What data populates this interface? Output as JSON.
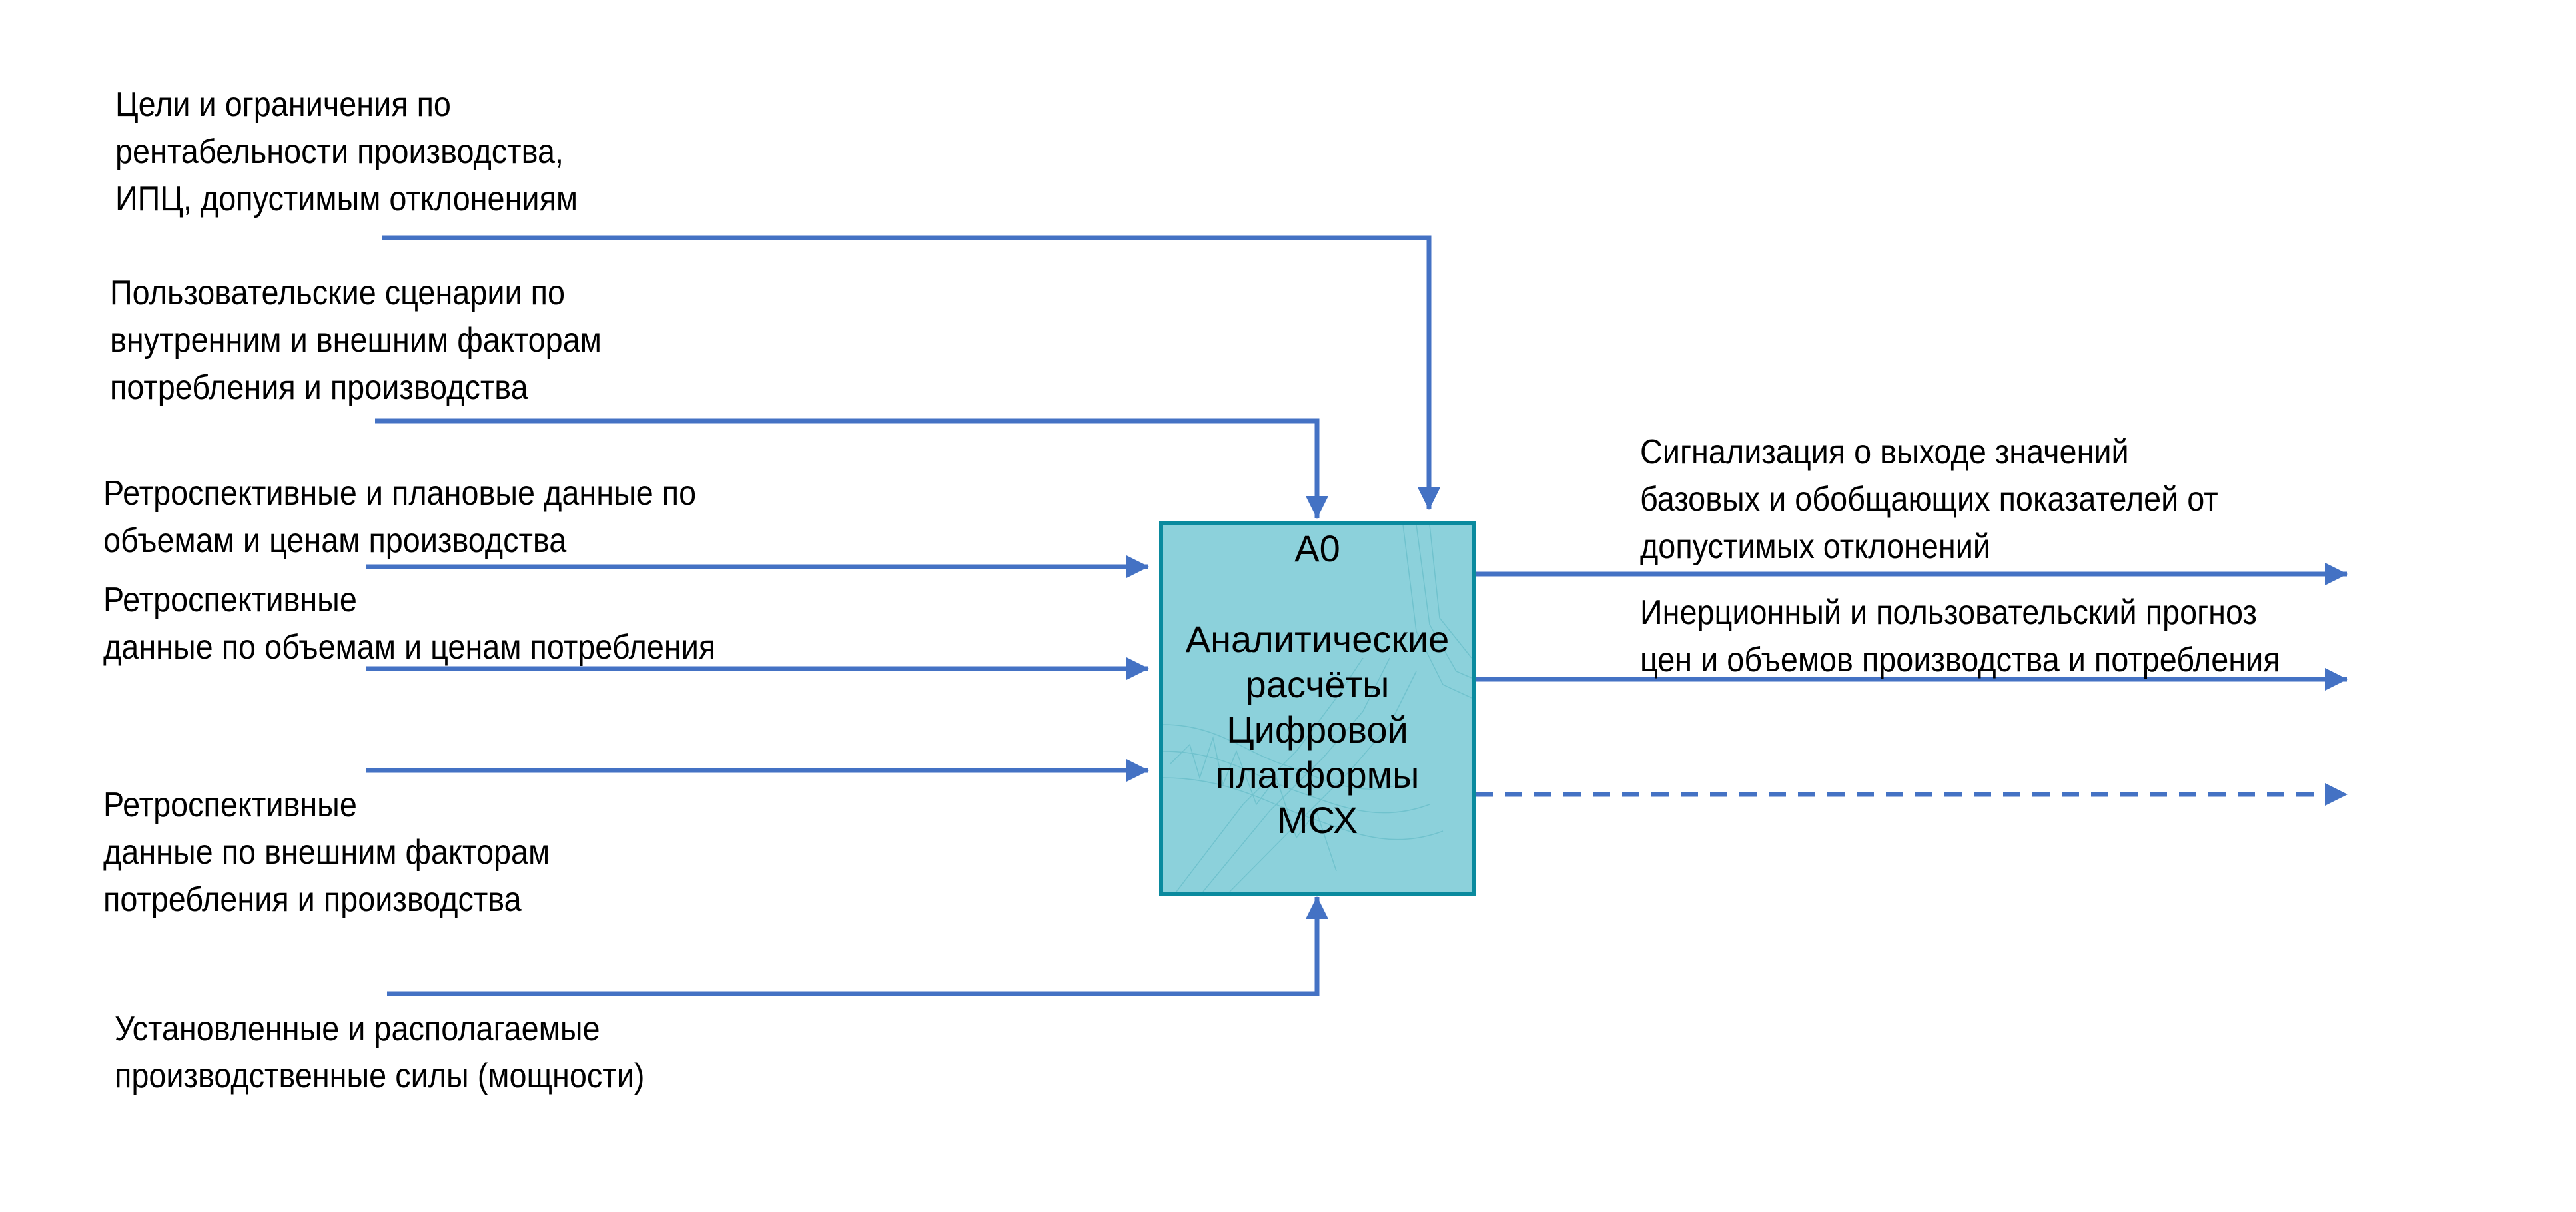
{
  "diagram": {
    "type": "IDEF0 context diagram",
    "colors": {
      "arrow": "#4472C4",
      "box_fill": "#8CD1DB",
      "box_border": "#0A8A9E",
      "text": "#000000"
    },
    "function_box": {
      "id": "А0",
      "title": "Аналитические\nрасчёты\nЦифровой\nплатформы\nМСХ"
    },
    "controls": [
      {
        "label": "Цели и ограничения по\nрентабельности производства,\nИПЦ, допустимым отклонениям"
      },
      {
        "label": "Пользовательские сценарии по\nвнутренним и внешним факторам\nпотребления и производства"
      }
    ],
    "inputs": [
      {
        "label": "Ретроспективные и плановые данные по\nобъемам и ценам производства"
      },
      {
        "label": "Ретроспективные\nданные по объемам и ценам потребления"
      },
      {
        "label": "Ретроспективные\nданные по внешним факторам\nпотребления и производства"
      }
    ],
    "mechanisms": [
      {
        "label": "Установленные и располагаемые\nпроизводственные силы (мощности)"
      }
    ],
    "outputs": [
      {
        "label": "Сигнализация о выходе значений\nбазовых и обобщающих показателей от\nдопустимых отклонений",
        "style": "solid"
      },
      {
        "label": "Инерционный и пользовательский прогноз\nцен и объемов производства и потребления",
        "style": "solid"
      },
      {
        "label": "",
        "style": "dashed"
      }
    ]
  }
}
